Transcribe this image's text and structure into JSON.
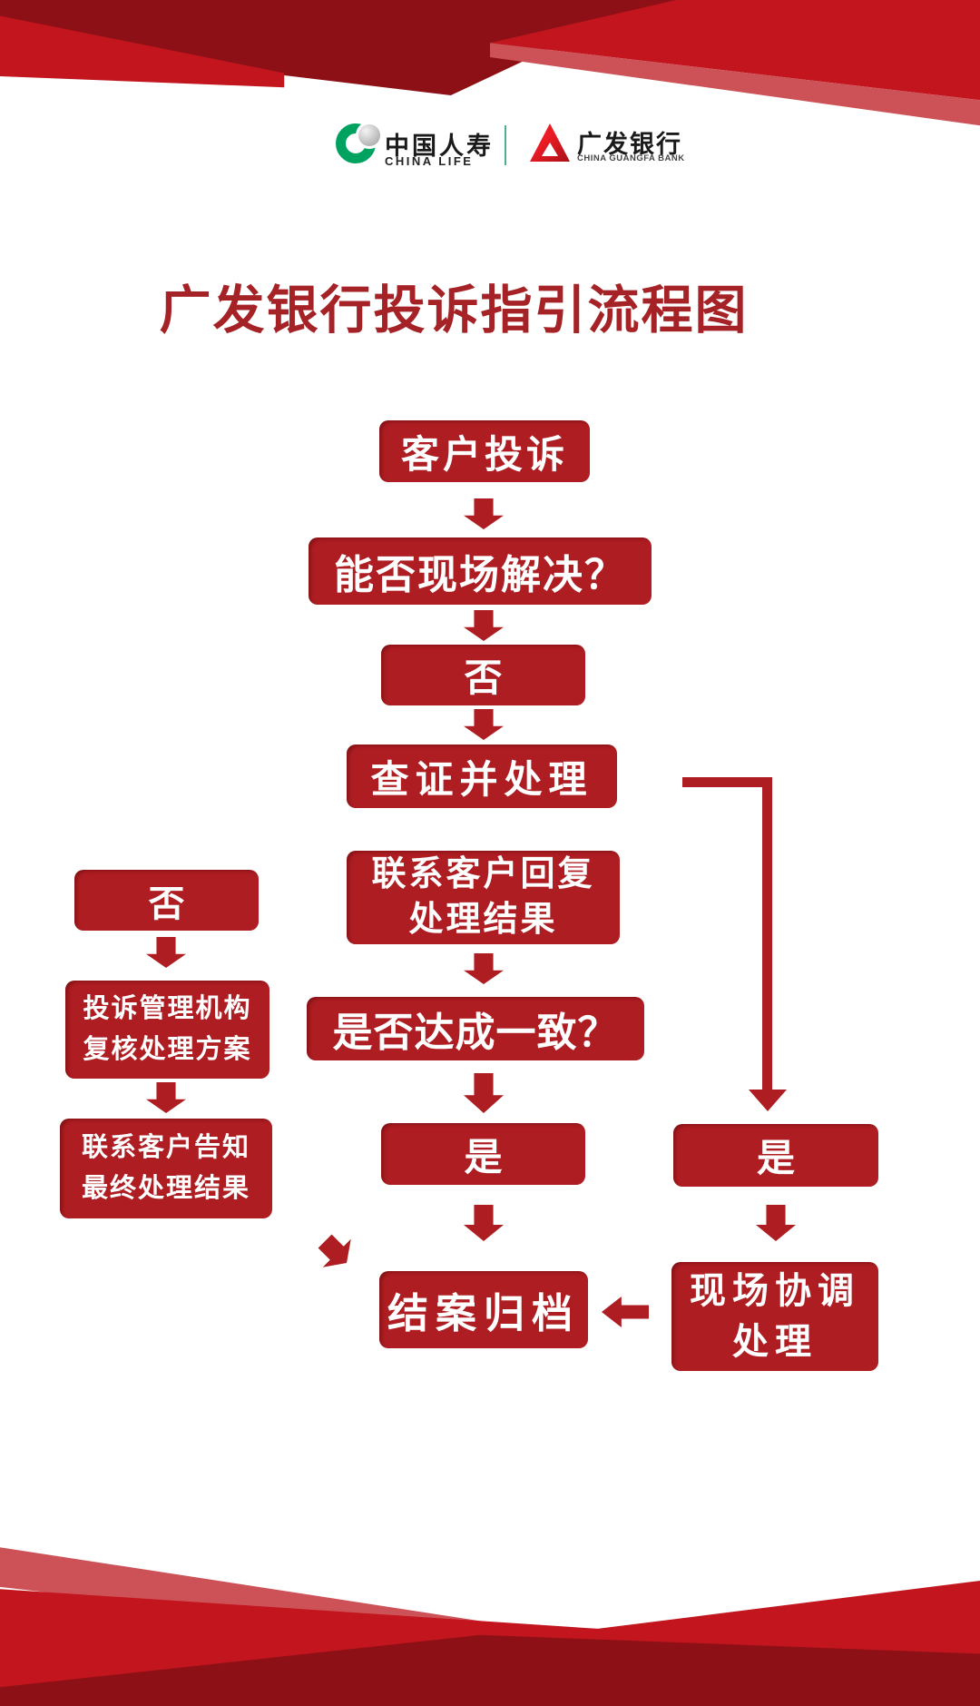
{
  "title": "广发银行投诉指引流程图",
  "logos": {
    "china_life": {
      "cn": "中国人寿",
      "en": "CHINA LIFE"
    },
    "guangfa_bank": {
      "cn": "广发银行",
      "en": "CHINA GUANGFA BANK"
    }
  },
  "flowchart": {
    "customer_complaint": "客户投诉",
    "can_resolve_onsite": "能否现场解决？",
    "no_center": "否",
    "verify_and_handle": "查证并处理",
    "contact_customer_reply": "联系客户回复\n处理结果",
    "agreement_reached": "是否达成一致？",
    "yes_center": "是",
    "close_and_file": "结案归档",
    "no_left": "否",
    "review_handling_plan": "投诉管理机构\n复核处理方案",
    "inform_final_result": "联系客户告知\n最终处理结果",
    "yes_right": "是",
    "onsite_coordination": "现场协调\n处理"
  },
  "colors": {
    "box_red": "#ae1d22",
    "title_red": "#a52226",
    "header_dark_red": "#8c1016",
    "header_bright_red": "#c2151e",
    "header_light_red": "#cd5257",
    "china_life_green": "#00a25f",
    "guangfa_red": "#ec1c24",
    "logo_divider_green": "#4aaf93",
    "text_white": "#ffffff",
    "logo_text_black": "#1a1a1a"
  }
}
